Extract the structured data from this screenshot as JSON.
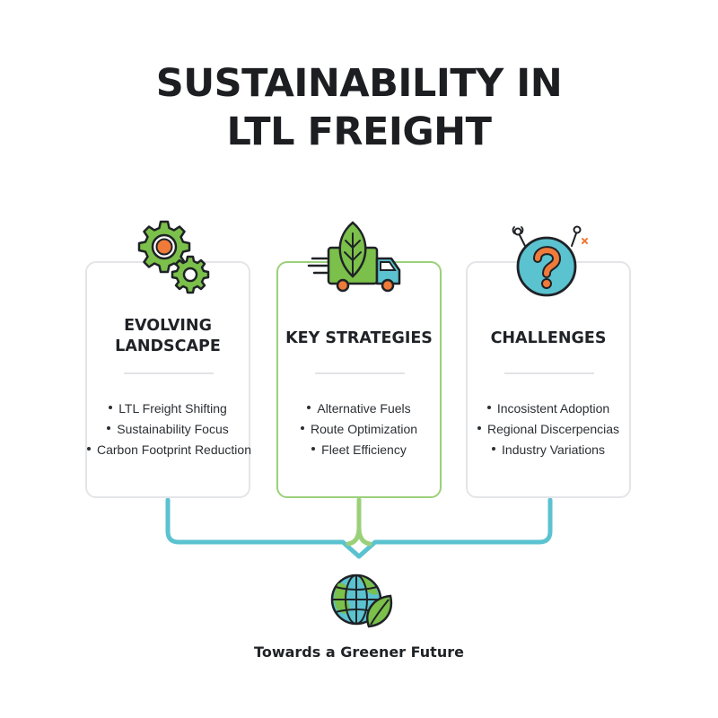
{
  "title": {
    "line1": "SUSTAINABILITY IN",
    "line2": "LTL FREIGHT"
  },
  "cards": [
    {
      "heading_lines": [
        "EVOLVING",
        "LANDSCAPE"
      ],
      "icon": "gears-icon",
      "items": [
        "LTL Freight Shifting",
        "Sustainability Focus",
        "Carbon Footprint Reduction"
      ]
    },
    {
      "heading_lines": [
        "KEY STRATEGIES"
      ],
      "icon": "delivery-truck-leaf-icon",
      "items": [
        "Alternative Fuels",
        "Route Optimization",
        "Fleet Efficiency"
      ]
    },
    {
      "heading_lines": [
        "CHALLENGES"
      ],
      "icon": "question-circle-icon",
      "items": [
        "Incosistent Adoption",
        "Regional Discerpencias",
        "Industry Variations"
      ]
    }
  ],
  "footer": {
    "label": "Towards a Greener Future",
    "icon": "globe-leaf-icon"
  },
  "colors": {
    "green": "#7bc04a",
    "teal": "#5bc2d0",
    "orange": "#ef7a3a",
    "dark": "#1f2226",
    "border": "#e3e5e8"
  }
}
